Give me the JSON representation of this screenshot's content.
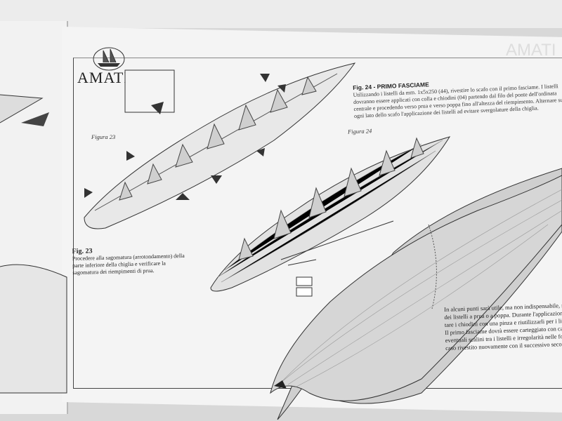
{
  "brand": {
    "logo_text": "AMATI",
    "ghost_text": "AMATI"
  },
  "figure23": {
    "caption": "Figura 23",
    "title": "Fig. 23",
    "text": "Procedere alla sagomatura (arrotondamento) della parte inferiore della chiglia e verificare la sagomatura dei riempimenti di prua."
  },
  "figure24": {
    "caption": "Figura 24",
    "title": "Fig. 24 - PRIMO FASCIAME",
    "text": "Utilizzando i listelli da mm. 1x5x250 (44), rivestire lo scafo con il primo fasciame. I listelli dovranno essere applicati con colla e chiodini (04) partendo dal filo del ponte dell'ordinata centrale e procedendo verso prua e verso poppa fino all'altezza del riempimento. Alternare su ogni lato dello scafo l'applicazione dei listelli ad evitare svergolature della chiglia."
  },
  "right_text": {
    "lines": [
      "In alcuni punti sarà utile, ma non indispensabile, rastrem",
      "dei listelli a prua o a poppa. Durante l'applicazione del fa",
      "tare i chiodini con una pinza e riutilizzarli per i listelli suc",
      "Il primo fasciame dovrà essere carteggiato con carta vetr",
      "eventuali scalini tra i listelli e irregolarità nelle forme. Ev",
      "caso rivestito nuovamente con il successivo secondo fas"
    ]
  }
}
